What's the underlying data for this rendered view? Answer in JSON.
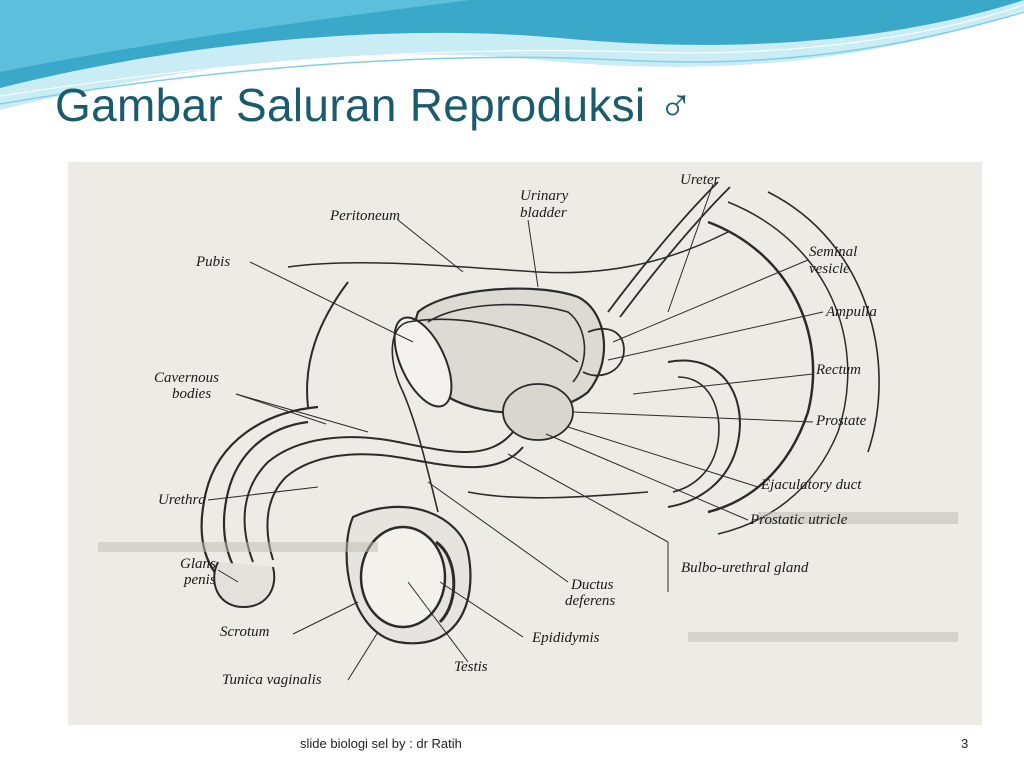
{
  "slide": {
    "title": "Gambar Saluran Reproduksi",
    "title_symbol": "♂",
    "footer": "slide biologi sel by : dr Ratih",
    "page_number": "3"
  },
  "figure": {
    "labels": {
      "peritoneum": "Peritoneum",
      "urinary_bladder_1": "Urinary",
      "urinary_bladder_2": "bladder",
      "ureter": "Ureter",
      "pubis": "Pubis",
      "seminal_vesicle_1": "Seminal",
      "seminal_vesicle_2": "vesicle",
      "ampulla": "Ampulla",
      "cavernous_bodies_1": "Cavernous",
      "cavernous_bodies_2": "bodies",
      "rectum": "Rectum",
      "prostate": "Prostate",
      "ejaculatory_duct": "Ejaculatory duct",
      "urethra": "Urethra",
      "prostatic_utricle": "Prostatic utricle",
      "glans_penis_1": "Glans",
      "glans_penis_2": "penis",
      "bulbo_urethral_gland": "Bulbo-urethral gland",
      "ductus_deferens_1": "Ductus",
      "ductus_deferens_2": "deferens",
      "scrotum": "Scrotum",
      "epididymis": "Epididymis",
      "testis": "Testis",
      "tunica_vaginalis": "Tunica vaginalis"
    }
  },
  "colors": {
    "title": "#1b5b6e",
    "wave_dark": "#3aa9c9",
    "wave_light": "#a7dfee",
    "figure_bg": "#ecebe6"
  }
}
